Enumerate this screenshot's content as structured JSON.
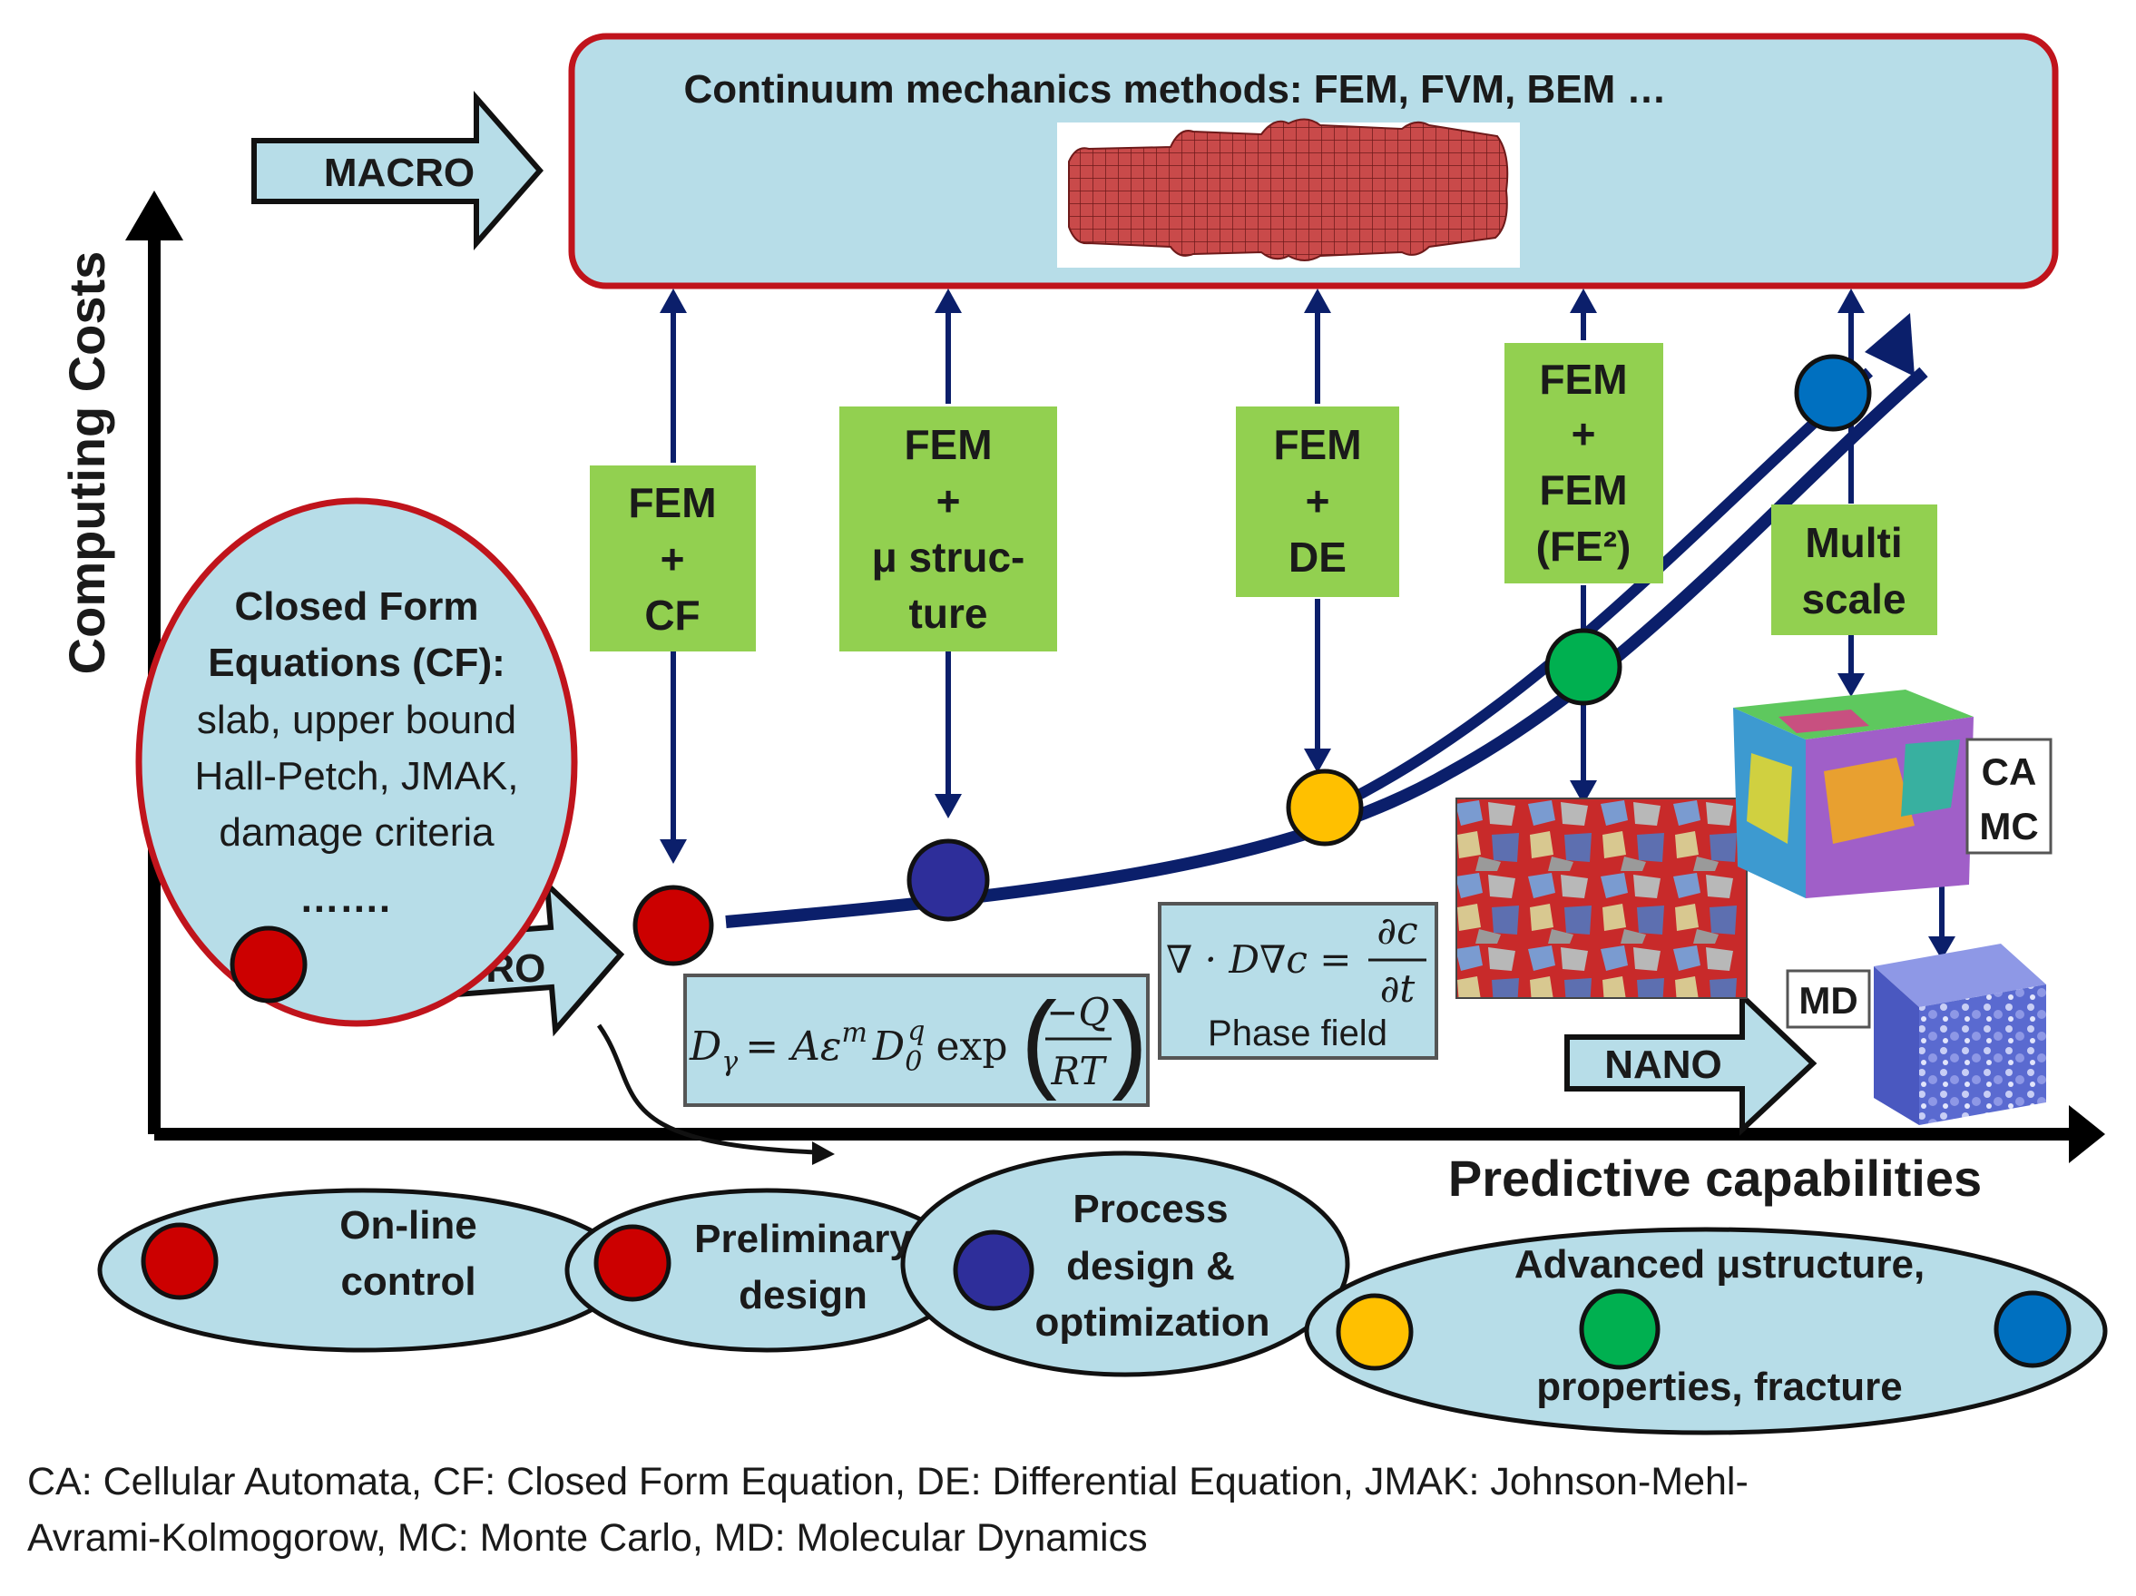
{
  "axes": {
    "y_label": "Computing Costs",
    "x_label": "Predictive capabilities"
  },
  "scales": {
    "macro": "MACRO",
    "micro": "MICRO",
    "nano": "NANO"
  },
  "continuum_box": {
    "title": "Continuum mechanics  methods: FEM, FVM, BEM …"
  },
  "closed_form": {
    "title_line1": "Closed Form",
    "title_line2": "Equations (CF):",
    "line1": "slab, upper bound",
    "line2": "Hall-Petch, JMAK,",
    "line3": "damage criteria",
    "dots": "……."
  },
  "method_boxes": [
    {
      "lines": [
        "FEM",
        "+",
        "CF"
      ]
    },
    {
      "lines": [
        "FEM",
        "+",
        "μ struc-",
        "ture"
      ]
    },
    {
      "lines": [
        "FEM",
        "+",
        "DE"
      ]
    },
    {
      "lines": [
        "FEM",
        "+",
        "FEM",
        "(FE²)"
      ]
    },
    {
      "lines": [
        "Multi",
        "scale"
      ]
    }
  ],
  "side_labels": {
    "ca": "CA",
    "mc": "MC",
    "md": "MD"
  },
  "equations": {
    "eq1": "D_γ = Aε^m D_0^q exp(−Q / RT)",
    "eq1_parts": {
      "lhs": "D",
      "lhs_sub": "γ",
      "rhs_a": "= Aε",
      "sup_m": "m",
      "d": "D",
      "sub_0": "0",
      "sup_q": "q",
      "exp": "exp",
      "num": "−Q",
      "den": "RT"
    },
    "eq2": "∇ · D∇c = ∂c / ∂t",
    "eq2_parts": {
      "lhs": "∇ · D∇c =",
      "num": "∂c",
      "den": "∂t"
    },
    "eq2_caption": "Phase field"
  },
  "application_ovals": [
    {
      "lines": [
        "On-line",
        "control"
      ]
    },
    {
      "lines": [
        "Preliminary",
        "design"
      ]
    },
    {
      "lines": [
        "Process",
        "design &",
        "optimization"
      ]
    },
    {
      "lines": [
        "Advanced μstructure,",
        "properties, fracture"
      ]
    }
  ],
  "colors": {
    "red": "#cc0000",
    "indigo": "#2e2e9a",
    "yellow": "#ffc000",
    "green": "#00b050",
    "blue": "#0070c0",
    "light_cyan": "#b7dde8",
    "green_box": "#92d050",
    "curve_navy": "#0b1f6b",
    "border_red": "#c0141c"
  },
  "legend": {
    "line1": "CA: Cellular Automata, CF: Closed Form Equation, DE: Differential Equation, JMAK: Johnson-Mehl-",
    "line2": "Avrami-Kolmogorow, MC: Monte Carlo, MD: Molecular Dynamics"
  }
}
